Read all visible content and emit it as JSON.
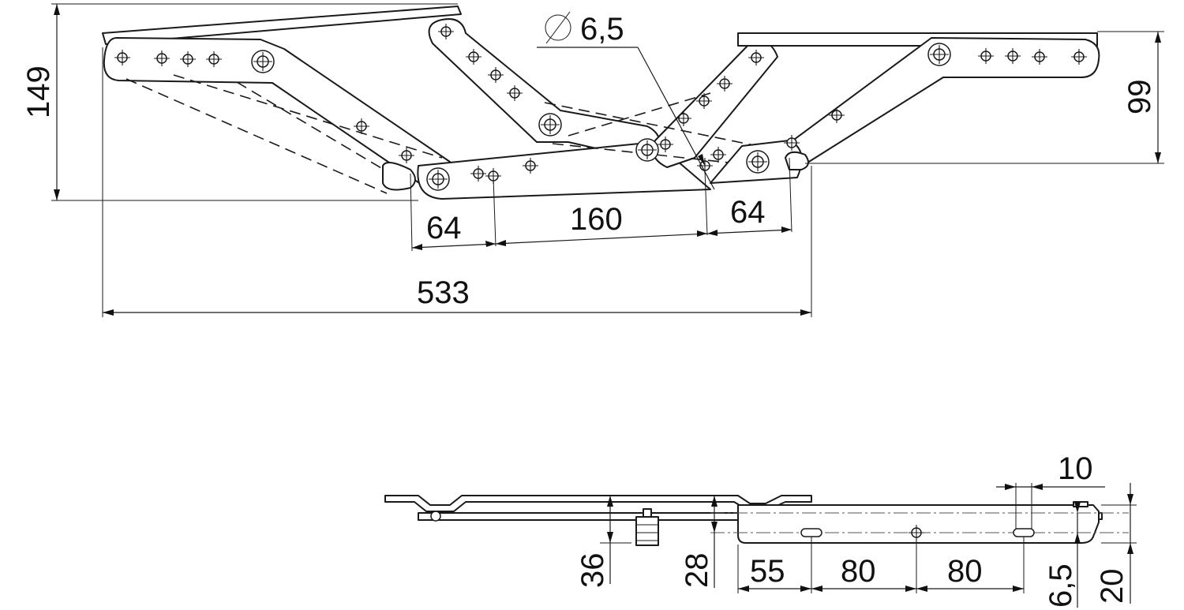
{
  "dimensions": {
    "total_height": "149",
    "lid_offset": "99",
    "left_spacing": "64",
    "middle_spacing": "160",
    "right_spacing": "64",
    "overall_length": "533",
    "hole_diameter": "6,5",
    "bracket_height_a": "36",
    "bracket_height_b": "28",
    "hole_offset": "55",
    "hole_pitch_1": "80",
    "hole_pitch_2": "80",
    "slot_width": "10",
    "plate_edge": "6,5",
    "plate_height": "20"
  }
}
